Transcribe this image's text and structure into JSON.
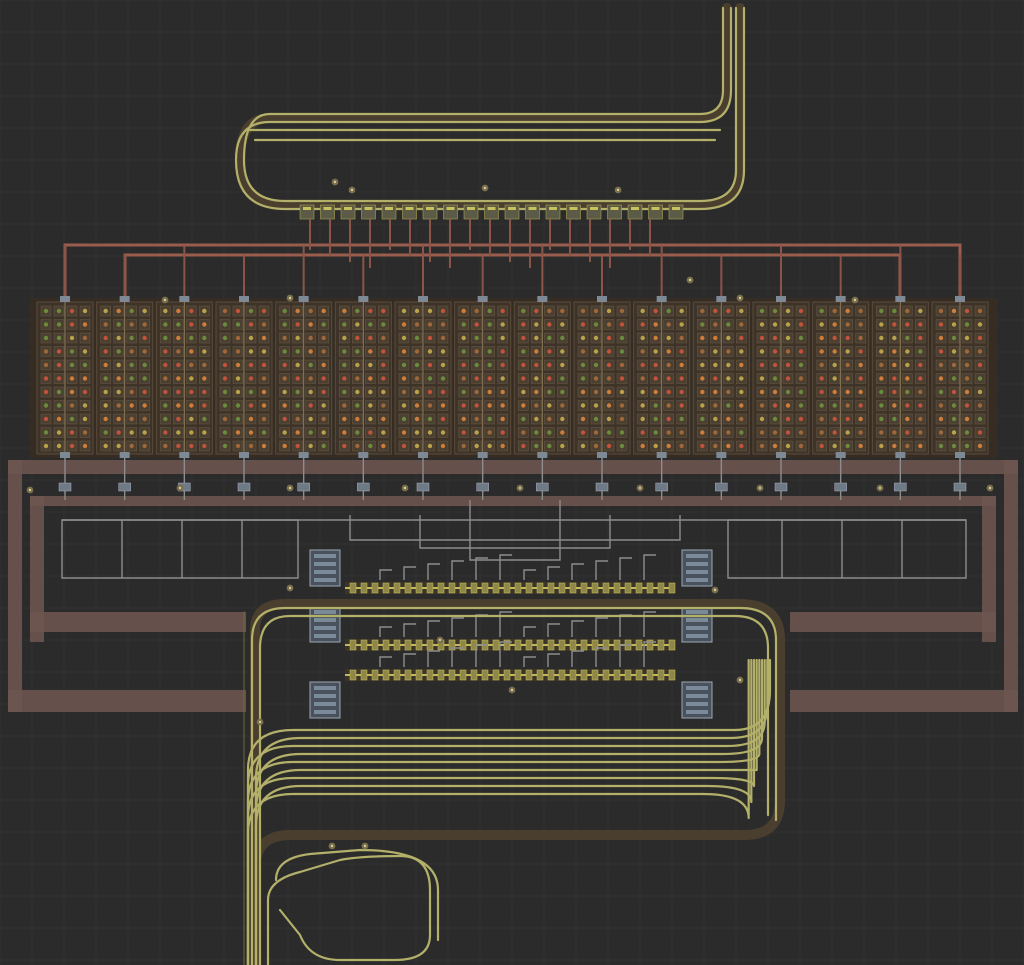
{
  "view": {
    "type": "factory-blueprint-map",
    "background_color": "#2b2b2b"
  },
  "palette": {
    "rail": "#b3b06a",
    "belt": "#8a5448",
    "wire": "#8d8d8d",
    "station": "#49525c"
  },
  "factory": {
    "assembler_column_count": 16,
    "station_count": 6,
    "unloading_lane_count": 3
  }
}
